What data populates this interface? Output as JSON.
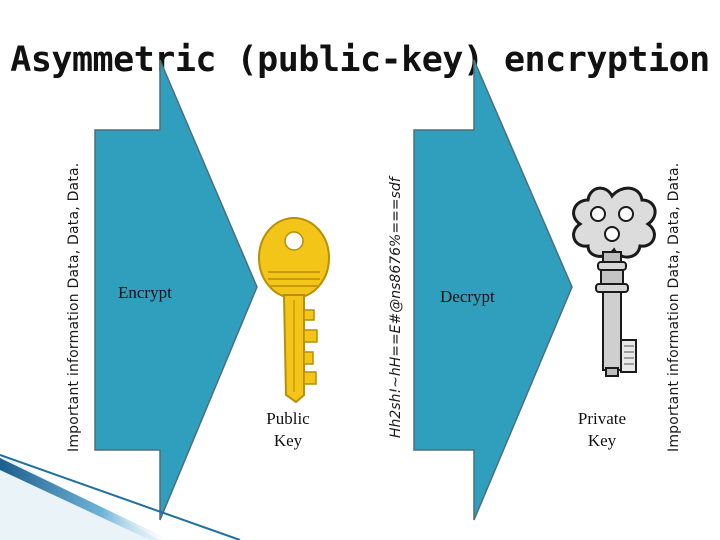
{
  "title": "Asymmetric (public-key) encryption",
  "plaintext_left": "Important information Data, Data, Data.",
  "plaintext_right": "Important information Data, Data, Data.",
  "ciphertext": "Hh2sh!~hH==E#@ns8676%===sdf",
  "encrypt_label": "Encrypt",
  "decrypt_label": "Decrypt",
  "public_key": {
    "line1": "Public",
    "line2": "Key"
  },
  "private_key": {
    "line1": "Private",
    "line2": "Key"
  },
  "colors": {
    "arrow_fill": "#2f9fbd",
    "arrow_stroke": "#4d6e7a",
    "gold_key": "#f2c518",
    "gold_key_shadow": "#b88f05",
    "private_key": "#c9c9c9",
    "accent_bar": "#1f6fa3"
  },
  "icons": [
    "public-key-icon",
    "private-key-icon"
  ]
}
